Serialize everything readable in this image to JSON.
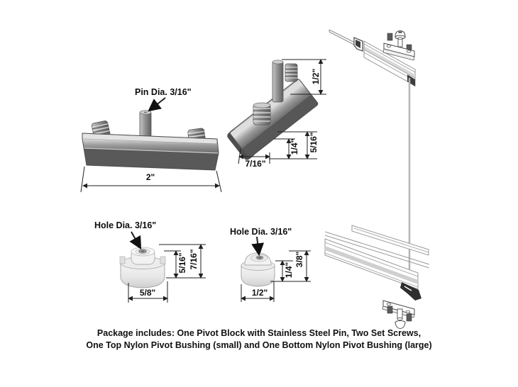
{
  "colors": {
    "background": "#ffffff",
    "dimension_line": "#1f1f1f",
    "label_text": "#0d0d0d",
    "metal_light": "#d6d6d6",
    "metal_mid": "#969696",
    "metal_dark": "#575757",
    "nylon_light": "#f5f5f5",
    "nylon_shadow": "#cfcfcf",
    "drawing_line": "#979797",
    "drawing_dark": "#3c3c3c"
  },
  "figures": {
    "pivot_block_front": {
      "pin_dia_label": "Pin Dia. 3/16\"",
      "width_dim": "2\""
    },
    "pivot_block_side": {
      "pin_height_dim": "1/2\"",
      "depth_dim": "7/16\"",
      "lower_height_dim": "1/4\"",
      "upper_height_dim": "5/16\""
    },
    "bushing_large": {
      "hole_dia_label": "Hole Dia. 3/16\"",
      "step_height_dim": "5/16\"",
      "total_height_dim": "7/16\"",
      "outer_dia_dim": "5/8\""
    },
    "bushing_small": {
      "hole_dia_label": "Hole Dia. 3/16\"",
      "step_height_dim": "1/4\"",
      "total_height_dim": "3/8\"",
      "outer_dia_dim": "1/2\""
    }
  },
  "caption": {
    "line1": "Package includes: One Pivot Block with Stainless Steel Pin, Two Set Screws,",
    "line2": "One Top Nylon Pivot Bushing (small) and One Bottom Nylon Pivot Bushing (large)"
  }
}
